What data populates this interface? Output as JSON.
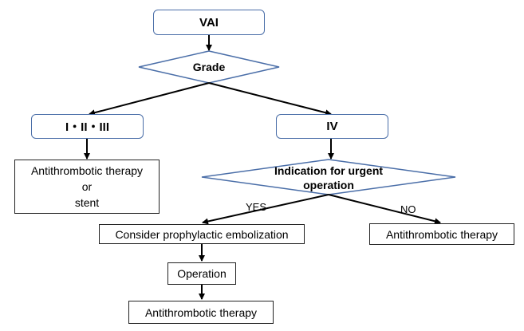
{
  "nodes": {
    "vai": "VAI",
    "grade": "Grade",
    "grade_low": "I・II・III",
    "grade_iv": "IV",
    "antithrombotic_or_stent": [
      "Antithrombotic therapy",
      "or",
      "stent"
    ],
    "urgent_indication": [
      "Indication for urgent",
      "operation"
    ],
    "prophylactic_embolization": "Consider prophylactic embolization",
    "antithrombotic_no": "Antithrombotic therapy",
    "operation": "Operation",
    "antithrombotic_final": "Antithrombotic therapy"
  },
  "edges": {
    "yes_label": "YES",
    "no_label": "NO"
  },
  "colors": {
    "box_border": "#4a6ea8",
    "arrow": "#000000"
  }
}
